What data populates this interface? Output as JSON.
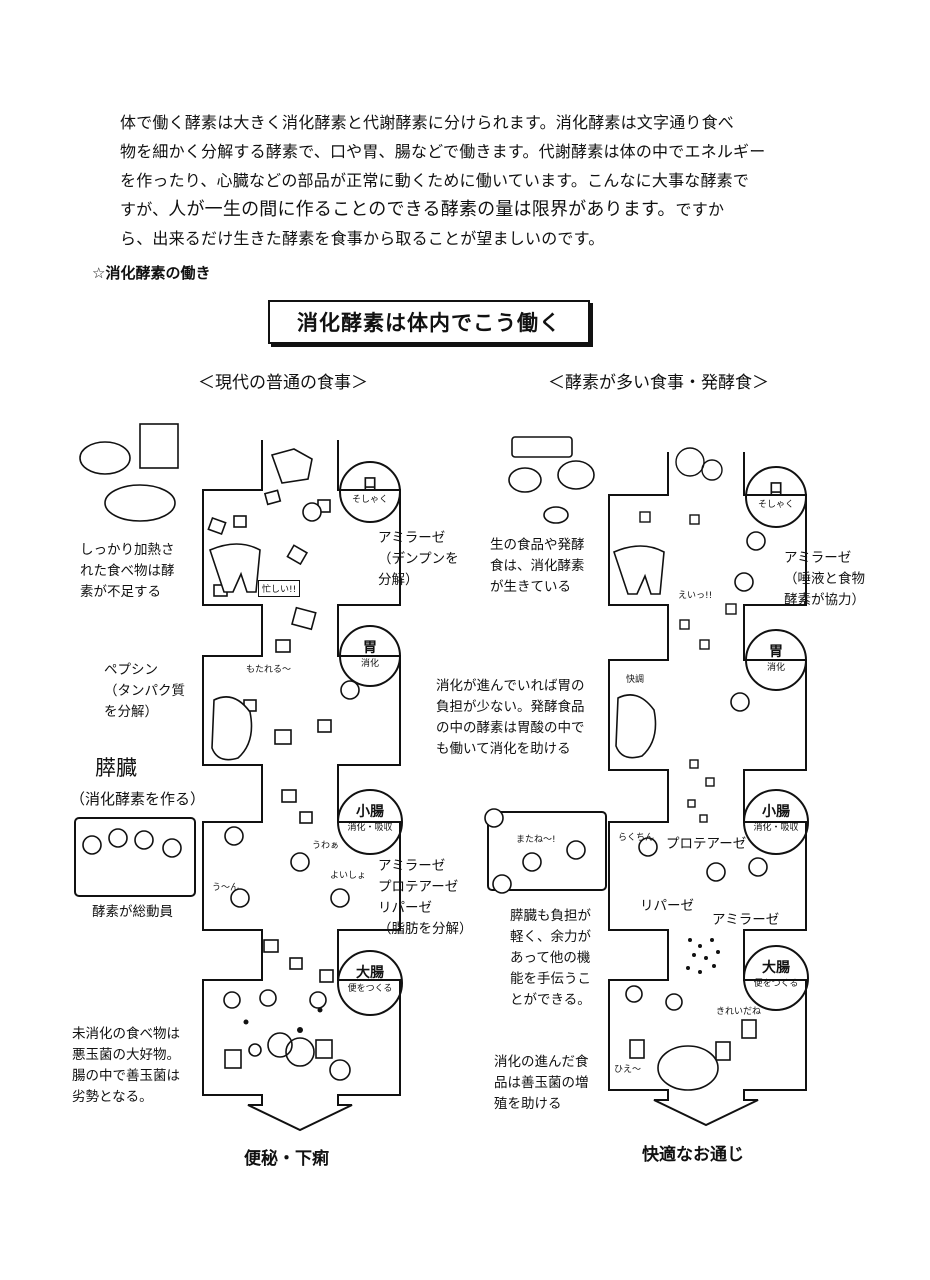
{
  "intro": {
    "line1": "体で働く酵素は大きく消化酵素と代謝酵素に分けられます。消化酵素は文字通り食べ",
    "line2": "物を細かく分解する酵素で、口や胃、腸などで働きます。代謝酵素は体の中でエネルギー",
    "line3": "を作ったり、心臓などの部品が正常に動くために働いています。こんなに大事な酵素で",
    "line4a": "すが、",
    "line4b": "人が一生の間に作ることのできる酵素の量は限界があります。",
    "line4c": "ですか",
    "line5": "ら、出来るだけ生きた酵素を食事から取ることが望ましいのです。"
  },
  "section_heading": "☆消化酵素の働き",
  "figure_title": "消化酵素は体内でこう働く",
  "left": {
    "heading": "＜現代の普通の食事＞",
    "note_food": [
      "しっかり加熱さ",
      "れた食べ物は酵",
      "素が不足する"
    ],
    "mouth": {
      "label": "口",
      "sub": "そしゃく",
      "note": [
        "アミラーゼ",
        "（デンプンを",
        "分解）"
      ]
    },
    "mouth_bubble": "忙しい!!",
    "stomach": {
      "label": "胃",
      "sub": "消化",
      "note": [
        "ペプシン",
        "（タンパク質",
        "を分解）"
      ]
    },
    "stomach_bubble": "もたれる〜",
    "pancreas_title": "膵臓",
    "pancreas_sub": "（消化酵素を作る）",
    "pancreas_note": "酵素が総動員",
    "small_intestine": {
      "label": "小腸",
      "sub": "消化・吸収",
      "note": [
        "アミラーゼ",
        "プロテアーゼ",
        "リパーゼ",
        "（脂肪を分解）"
      ]
    },
    "small_int_bubbles": [
      "うわぁ",
      "よいしょ",
      "う〜ん"
    ],
    "large_intestine": {
      "label": "大腸",
      "sub": "便をつくる",
      "note": [
        "未消化の食べ物は",
        "悪玉菌の大好物。",
        "腸の中で善玉菌は",
        "劣勢となる。"
      ]
    },
    "outcome": "便秘・下痢"
  },
  "right": {
    "heading": "＜酵素が多い食事・発酵食＞",
    "note_food": [
      "生の食品や発酵",
      "食は、消化酵素",
      "が生きている"
    ],
    "mouth": {
      "label": "口",
      "sub": "そしゃく",
      "note": [
        "アミラーゼ",
        "（唾液と食物",
        "酵素が協力）"
      ]
    },
    "mouth_bubble": "えいっ!!",
    "stomach": {
      "label": "胃",
      "sub": "消化",
      "note": [
        "消化が進んでいれば胃の",
        "負担が少ない。発酵食品",
        "の中の酵素は胃酸の中で",
        "も働いて消化を助ける"
      ]
    },
    "stomach_bubble": "快調",
    "pancreas_bubble": "またね〜!",
    "pancreas_note": [
      "膵臓も負担が",
      "軽く、余力が",
      "あって他の機",
      "能を手伝うこ",
      "とができる。"
    ],
    "small_intestine": {
      "label": "小腸",
      "sub": "消化・吸収",
      "tags": [
        "プロテアーゼ",
        "リパーゼ",
        "アミラーゼ"
      ]
    },
    "small_int_bubble": "らくちん",
    "large_intestine": {
      "label": "大腸",
      "sub": "便をつくる",
      "note": [
        "消化の進んだ食",
        "品は善玉菌の増",
        "殖を助ける"
      ]
    },
    "large_int_bubbles": [
      "きれいだね",
      "ひえ〜"
    ],
    "outcome": "快適なお通じ"
  }
}
